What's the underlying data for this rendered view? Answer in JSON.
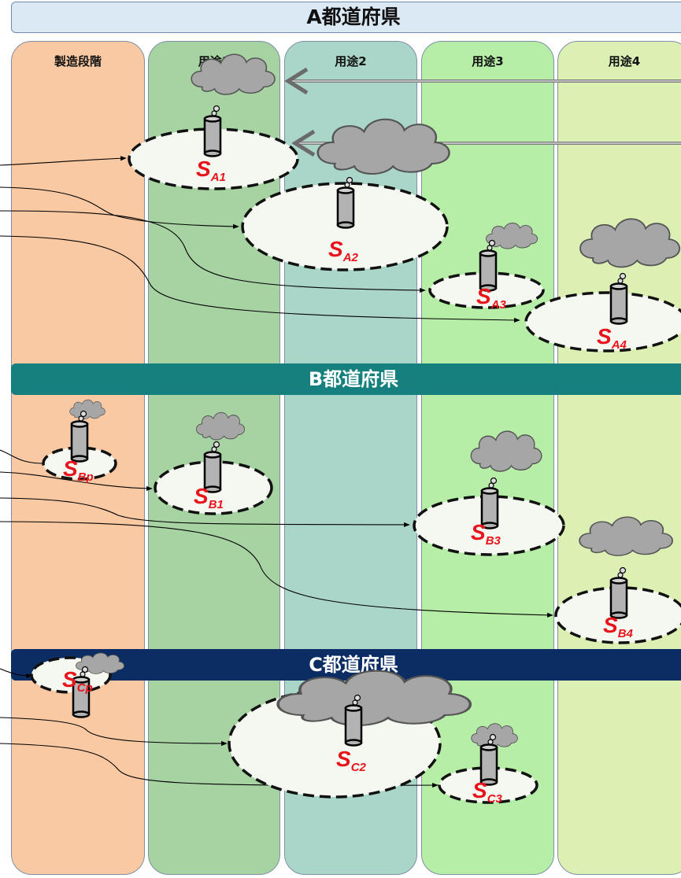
{
  "prefectures": {
    "a": "A都道府県",
    "b": "B都道府県",
    "c": "C都道府県"
  },
  "columns": [
    {
      "id": "manufacturing",
      "label": "製造段階",
      "color": "#f9c9a3"
    },
    {
      "id": "use1",
      "label": "用途1",
      "color": "#a7d3a3"
    },
    {
      "id": "use2",
      "label": "用途2",
      "color": "#a9d6c8"
    },
    {
      "id": "use3",
      "label": "用途3",
      "color": "#b6eea7"
    },
    {
      "id": "use4",
      "label": "用途4",
      "color": "#dcf0b4"
    }
  ],
  "sources": [
    {
      "id": "sa1",
      "main": "S",
      "sub": "A1"
    },
    {
      "id": "sa2",
      "main": "S",
      "sub": "A2"
    },
    {
      "id": "sa3",
      "main": "S",
      "sub": "A3"
    },
    {
      "id": "sa4",
      "main": "S",
      "sub": "A4"
    },
    {
      "id": "sbp",
      "main": "S",
      "sub": "Bp"
    },
    {
      "id": "sb1",
      "main": "S",
      "sub": "B1"
    },
    {
      "id": "sb3",
      "main": "S",
      "sub": "B3"
    },
    {
      "id": "sb4",
      "main": "S",
      "sub": "B4"
    },
    {
      "id": "scp",
      "main": "S",
      "sub": "Cp"
    },
    {
      "id": "sc2",
      "main": "S",
      "sub": "C2"
    },
    {
      "id": "sc3",
      "main": "S",
      "sub": "C3"
    }
  ],
  "icons": [
    "smokestack-icon",
    "smoke-cloud-icon",
    "arrow-icon"
  ],
  "colors": {
    "ellipse_stroke": "#111111",
    "ellipse_fill": "#f4f8f0",
    "cloud_fill": "#a6a6a6",
    "label_red": "#e8141b"
  }
}
